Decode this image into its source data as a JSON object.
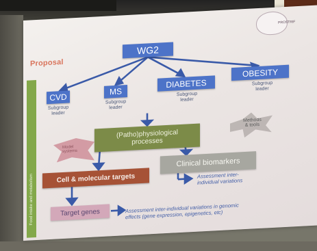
{
  "slide": {
    "section_label": "Proposal",
    "top_box": "WG2",
    "categories": [
      {
        "label": "CVD",
        "sub": "Subgroup\nleader"
      },
      {
        "label": "MS",
        "sub": "Subgroup\nleader"
      },
      {
        "label": "DIABETES",
        "sub": "Subgroup\nleader"
      },
      {
        "label": "OBESITY",
        "sub": "Subgroup\nleader"
      }
    ],
    "process_box": "(Patho)physiological\nprocesses",
    "cell_box": "Cell & molecular targets",
    "clinical_box": "Clinical biomarkers",
    "target_box": "Target genes",
    "note_clinical": "Assessment inter-\nindividual variations",
    "note_genes": "Assessment inter-individual variations in genomic\neffects (gene expression, epigenetics, etc)",
    "burst_left": "Model\nsystems",
    "burst_right": "Methods\n& tools",
    "vertical_bar_text": "Food intake and metabolism",
    "logo_text": "PROSTRIF"
  },
  "colors": {
    "blue_box": "#4d73c8",
    "green_box": "#7c8b48",
    "clinical_box": "#a7a7a0",
    "cell_box": "#a65236",
    "target_box": "#d3a8b9",
    "vertical_bar": "#83a84a"
  }
}
